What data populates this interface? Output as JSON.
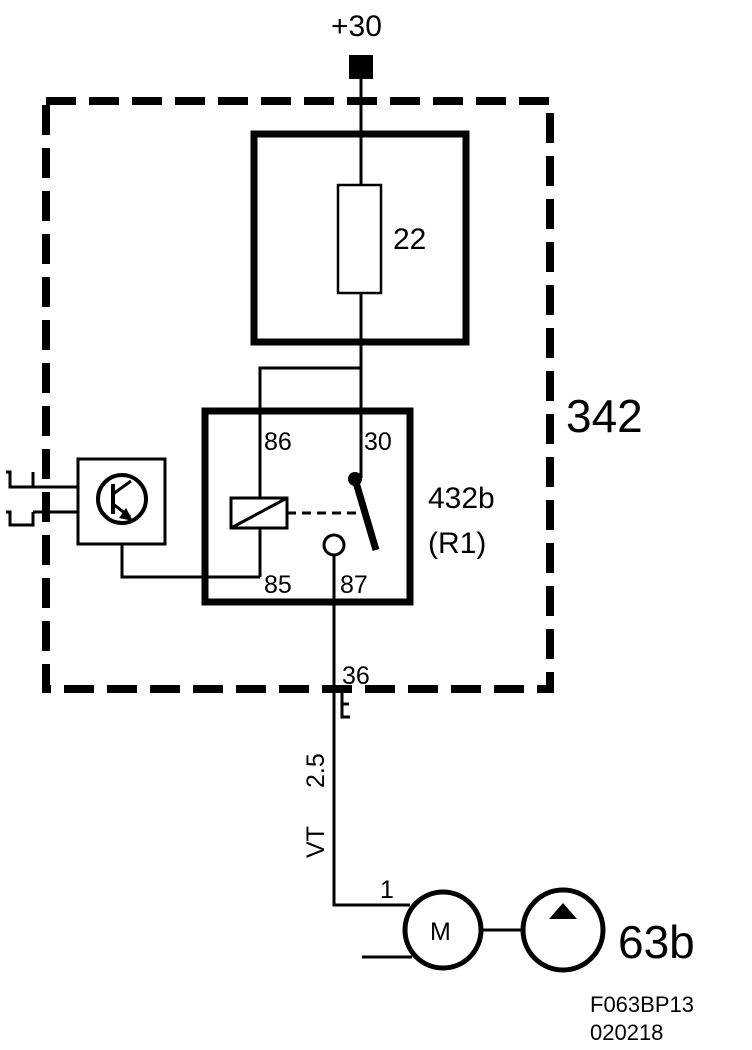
{
  "labels": {
    "supply": "+30",
    "fuse": "22",
    "module": "342",
    "pin86": "86",
    "pin30": "30",
    "pin85": "85",
    "pin87": "87",
    "relay": "432b",
    "relay_sub": "(R1)",
    "connector": "36",
    "wire_size": "2.5",
    "wire_color": "VT",
    "motor_pin": "1",
    "motor": "M",
    "pump": "63b",
    "ref_code": "F063BP13",
    "ref_date": "020218"
  }
}
